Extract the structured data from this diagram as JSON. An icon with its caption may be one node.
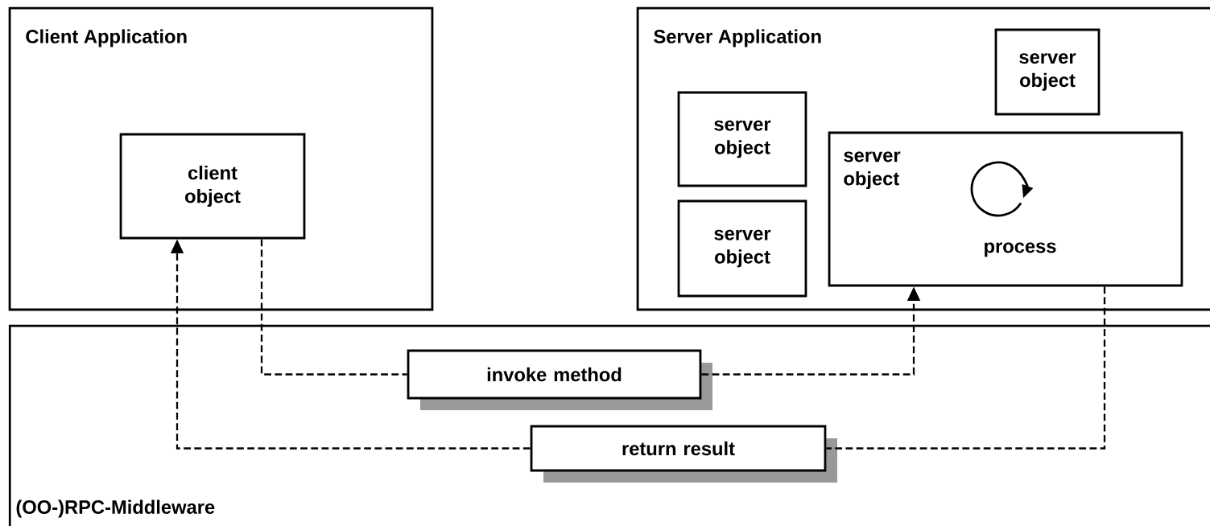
{
  "diagram": {
    "nodes": [
      {
        "text": [
          "Client Application"
        ]
      },
      {
        "text": [
          "client object"
        ],
        "in": 0
      },
      {
        "text": [
          "Server Application"
        ]
      },
      {
        "text": [
          "server object"
        ],
        "in": 2
      },
      {
        "text": [
          "server object"
        ],
        "in": 2
      },
      {
        "text": [
          "server object"
        ],
        "in": 2
      },
      {
        "text": [
          "server object",
          "process"
        ],
        "in": 2
      },
      {
        "text": [
          "(OO-)RPC-Middleware"
        ]
      },
      {
        "text": [
          "invoke method"
        ],
        "in": 7
      },
      {
        "text": [
          "return result"
        ],
        "in": 7
      }
    ],
    "edges": [
      {
        "from": 1,
        "to": 8,
        "arrow": "none",
        "style": "dashed"
      },
      {
        "from": 8,
        "to": 6,
        "arrow": "to",
        "style": "dashed"
      },
      {
        "from": 6,
        "to": 9,
        "arrow": "none",
        "style": "dashed"
      },
      {
        "from": 9,
        "to": 1,
        "arrow": "to",
        "style": "dashed"
      }
    ]
  }
}
